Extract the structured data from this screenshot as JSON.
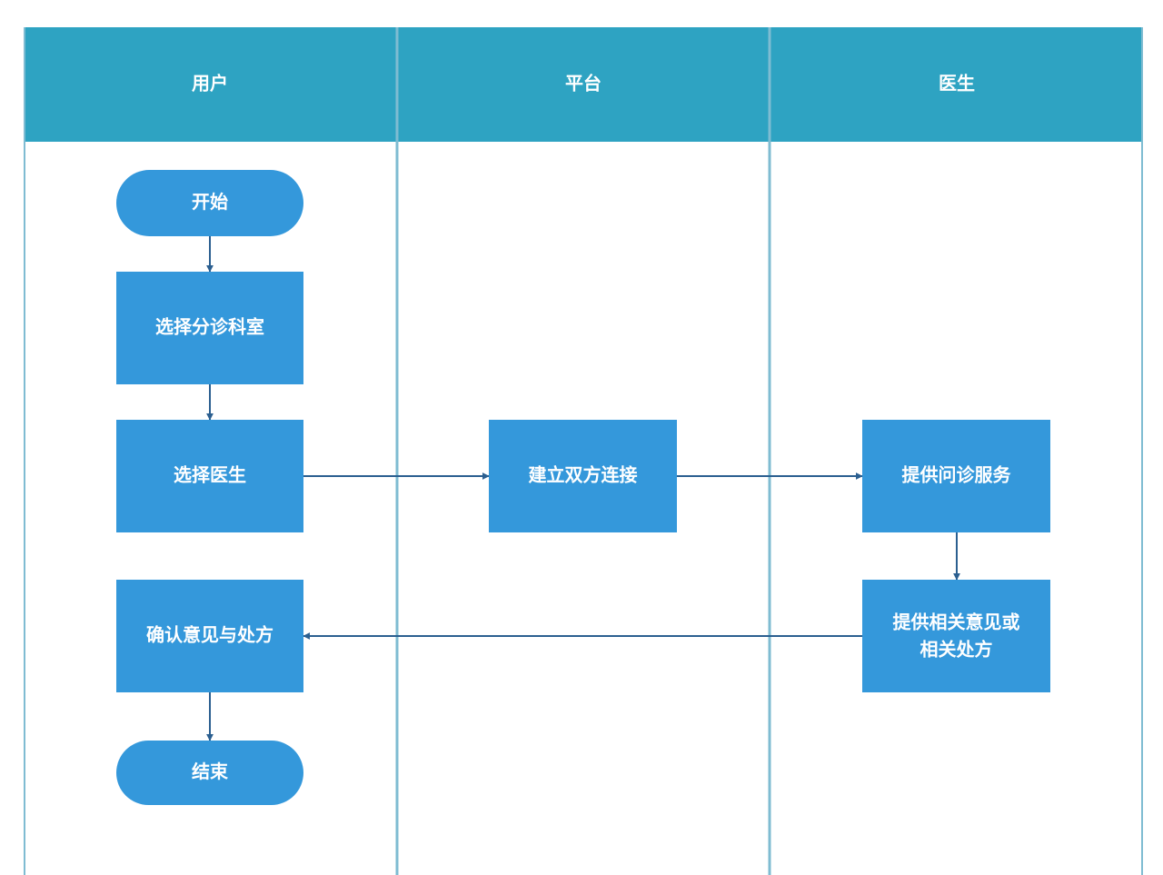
{
  "lanes": [
    {
      "title": "用户"
    },
    {
      "title": "平台"
    },
    {
      "title": "医生"
    }
  ],
  "nodes": {
    "start": {
      "label": "开始",
      "shape": "terminal"
    },
    "select_department": {
      "label": "选择分诊科室",
      "shape": "process"
    },
    "select_doctor": {
      "label": "选择医生",
      "shape": "process"
    },
    "build_connection": {
      "label": "建立双方连接",
      "shape": "process"
    },
    "provide_consultation": {
      "label": "提供问诊服务",
      "shape": "process"
    },
    "provide_advice_line1": {
      "label": "提供相关意见或"
    },
    "provide_advice_line2": {
      "label": "相关处方"
    },
    "confirm_advice": {
      "label": "确认意见与处方",
      "shape": "process"
    },
    "end": {
      "label": "结束",
      "shape": "terminal"
    }
  },
  "edges": [
    {
      "from": "start",
      "to": "select_department"
    },
    {
      "from": "select_department",
      "to": "select_doctor"
    },
    {
      "from": "select_doctor",
      "to": "build_connection"
    },
    {
      "from": "build_connection",
      "to": "provide_consultation"
    },
    {
      "from": "provide_consultation",
      "to": "provide_advice"
    },
    {
      "from": "provide_advice",
      "to": "confirm_advice"
    },
    {
      "from": "confirm_advice",
      "to": "end"
    }
  ],
  "colors": {
    "header_fill": "#2ea3c2",
    "node_fill": "#3498db",
    "lane_border": "#7fbcd2",
    "edge": "#2b5f90",
    "text": "#ffffff"
  }
}
